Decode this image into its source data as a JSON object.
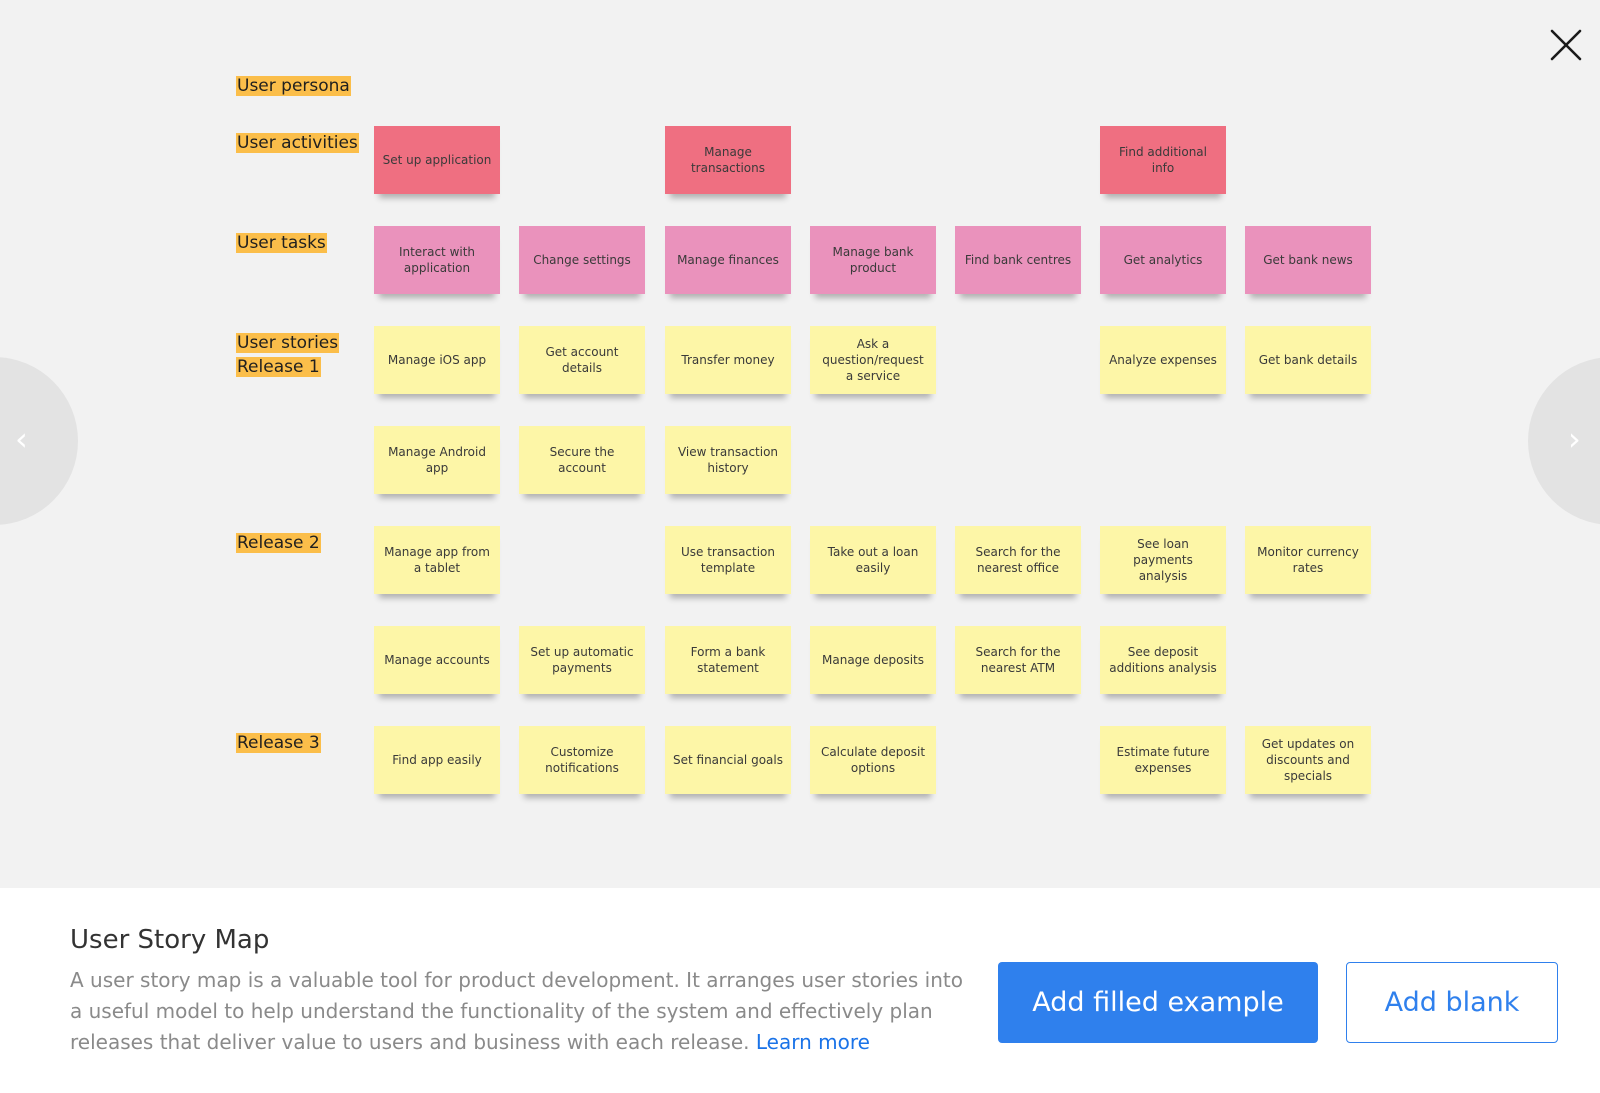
{
  "board": {
    "labels": {
      "persona": "User persona",
      "activities": "User activities",
      "tasks": "User tasks",
      "stories_1": "User stories",
      "release_1": "Release 1",
      "release_2": "Release 2",
      "release_3": "Release 3"
    },
    "activities": [
      "Set up application",
      "Manage transactions",
      "Find additional info"
    ],
    "tasks": [
      "Interact with application",
      "Change settings",
      "Manage finances",
      "Manage bank product",
      "Find bank centres",
      "Get analytics",
      "Get bank news"
    ],
    "release1_row1": [
      "Manage iOS app",
      "Get account details",
      "Transfer money",
      "Ask a question/request a service",
      "Analyze expenses",
      "Get bank details"
    ],
    "release1_row2": [
      "Manage Android app",
      "Secure the account",
      "View transaction history"
    ],
    "release2_row1": [
      "Manage app from a tablet",
      "Use transaction template",
      "Take out a loan easily",
      "Search for the nearest office",
      "See loan payments analysis",
      "Monitor currency rates"
    ],
    "release2_row2": [
      "Manage accounts",
      "Set up automatic payments",
      "Form a bank statement",
      "Manage deposits",
      "Search for the nearest ATM",
      "See deposit additions analysis"
    ],
    "release3": [
      "Find app easily",
      "Customize notifications",
      "Set financial goals",
      "Calculate deposit options",
      "Estimate future expenses",
      "Get updates on discounts and specials"
    ]
  },
  "colors": {
    "activity": "#ef6f81",
    "task": "#ea92bc",
    "story": "#fdf6a7",
    "label_highlight": "#fbbe4a",
    "primary": "#2f80ed"
  },
  "icons": {
    "close": "close-icon",
    "prev": "chevron-left-icon",
    "next": "chevron-right-icon"
  },
  "footer": {
    "title": "User Story Map",
    "description": "A user story map is a valuable tool for product development. It arranges user stories into a useful model to help understand the functionality of the system and effectively plan releases that deliver value to users and business with each release.",
    "learn_more": "Learn more",
    "add_filled_example": "Add filled example",
    "add_blank": "Add blank"
  }
}
